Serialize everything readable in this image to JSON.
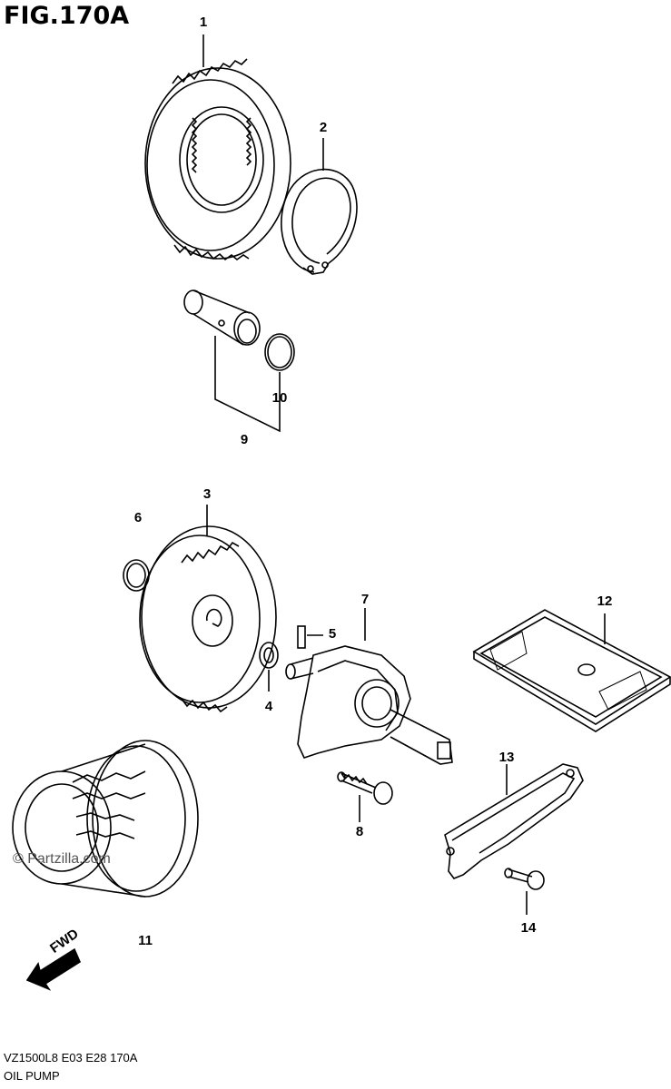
{
  "figure": {
    "title": "FIG.170A"
  },
  "callouts": {
    "p1": "1",
    "p2": "2",
    "p3": "3",
    "p4": "4",
    "p5": "5",
    "p6": "6",
    "p7": "7",
    "p8": "8",
    "p9": "9",
    "p10": "10",
    "p11": "11",
    "p12": "12",
    "p13": "13",
    "p14": "14"
  },
  "watermark": "© Partzilla.com",
  "fwd_label": "FWD",
  "footer": {
    "code": "VZ1500L8  E03  E28  170A",
    "name": "OIL PUMP"
  }
}
